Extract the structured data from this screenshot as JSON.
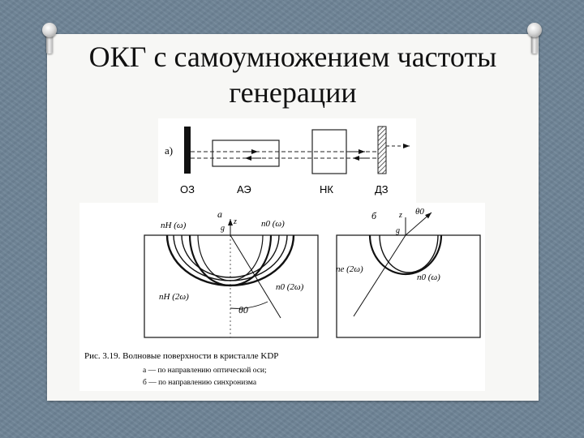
{
  "slide": {
    "title_line1": "ОКГ с самоумножением частоты",
    "title_line2": "генерации"
  },
  "figure_a": {
    "label": "а)",
    "components": [
      "ОЗ",
      "АЭ",
      "НК",
      "ДЗ"
    ]
  },
  "figure_b": {
    "left": {
      "label": "а",
      "axis_z": "z",
      "axis_g": "g",
      "theta": "θ0",
      "curve_labels": [
        "n0 (ω)",
        "nH (ω)",
        "n0 (2ω)",
        "nH (2ω)"
      ]
    },
    "right": {
      "label": "б",
      "axis_z": "z",
      "axis_g": "g",
      "theta": "θ0",
      "curve_labels": [
        "ne (2ω)",
        "n0 (ω)"
      ]
    },
    "caption": {
      "line1": "Рис. 3.19.   Волновые поверхности в кристалле KDP",
      "line2": "а — по направлению оптической оси;",
      "line3": "б — по направлению синхронизма"
    }
  },
  "colors": {
    "background": "#6f8597",
    "paper": "#f7f7f5",
    "ink": "#111111"
  }
}
